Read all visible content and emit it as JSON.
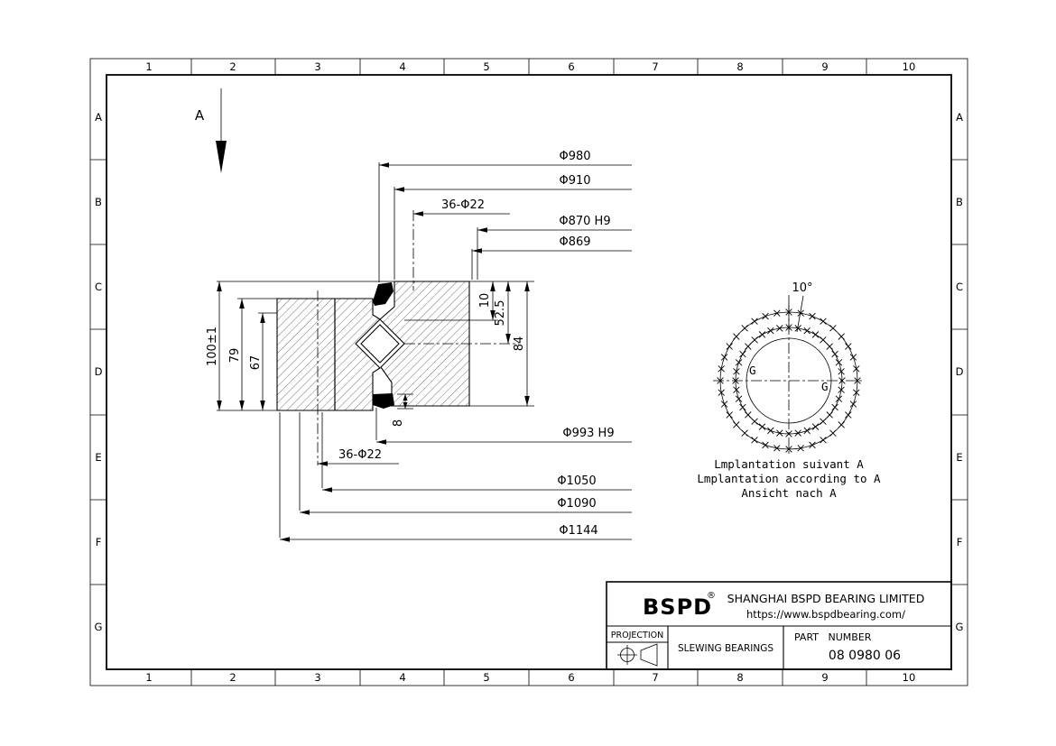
{
  "sheet": {
    "grid_columns": [
      "1",
      "2",
      "3",
      "4",
      "5",
      "6",
      "7",
      "8",
      "9",
      "10"
    ],
    "grid_rows": [
      "A",
      "B",
      "C",
      "D",
      "E",
      "F",
      "G"
    ]
  },
  "section_view": {
    "view_arrow_label": "A",
    "dims": {
      "phi980": "Φ980",
      "phi910": "Φ910",
      "bolts_top": "36-Φ22",
      "phi870": "Φ870 H9",
      "phi869": "Φ869",
      "phi993": "Φ993 H9",
      "bolts_bottom": "36-Φ22",
      "phi1050": "Φ1050",
      "phi1090": "Φ1090",
      "phi1144": "Φ1144",
      "height_total": "100±1",
      "height_79": "79",
      "height_67": "67",
      "dim_10": "10",
      "dim_52_5": "52.5",
      "dim_84": "84",
      "dim_8": "8"
    }
  },
  "detail_view": {
    "bolt_count": 36,
    "angle_label": "10°",
    "g_label": "G",
    "caption": [
      "Lmplantation suivant A",
      "Lmplantation according to A",
      "Ansicht nach A"
    ]
  },
  "title_block": {
    "brand": "BSPD",
    "registered_mark": "®",
    "company": "SHANGHAI BSPD BEARING LIMITED",
    "website": "https://www.bspdbearing.com/",
    "projection_label": "PROJECTION",
    "product_type": "SLEWING BEARINGS",
    "part_number_label": "PART NUMBER",
    "part_number": "08 0980 06"
  },
  "colors": {
    "line": "#000000",
    "background": "#ffffff"
  }
}
